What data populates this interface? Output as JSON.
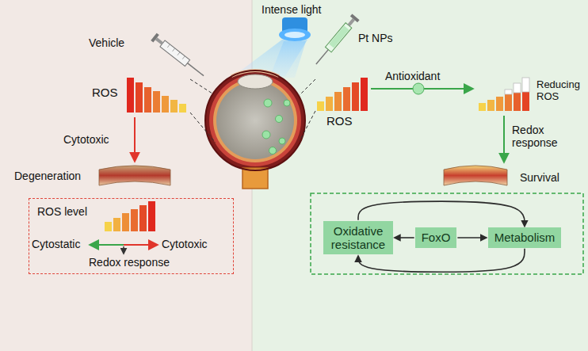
{
  "diagram": {
    "nodes": [
      {
        "text": [
          "ROS level"
        ]
      },
      {
        "text": [
          "Oxidative resistance"
        ]
      },
      {
        "text": [
          "FoxO"
        ]
      },
      {
        "text": [
          "Metabolism"
        ]
      }
    ],
    "edges": [
      {
        "from": 2,
        "to": 1,
        "arrow": "to"
      },
      {
        "from": 2,
        "to": 3,
        "arrow": "to"
      },
      {
        "from": 1,
        "to": 3,
        "arrow": "to"
      },
      {
        "from": 3,
        "to": 1,
        "arrow": "to"
      }
    ],
    "labels": [
      "Intense light",
      "Vehicle",
      "Pt NPs",
      "ROS",
      "Cytotoxic",
      "Degeneration",
      "ROS",
      "Antioxidant",
      "Reducing ROS",
      "Redox response",
      "Survival",
      "Cytostatic",
      "Cytotoxic",
      "Redox response"
    ]
  }
}
